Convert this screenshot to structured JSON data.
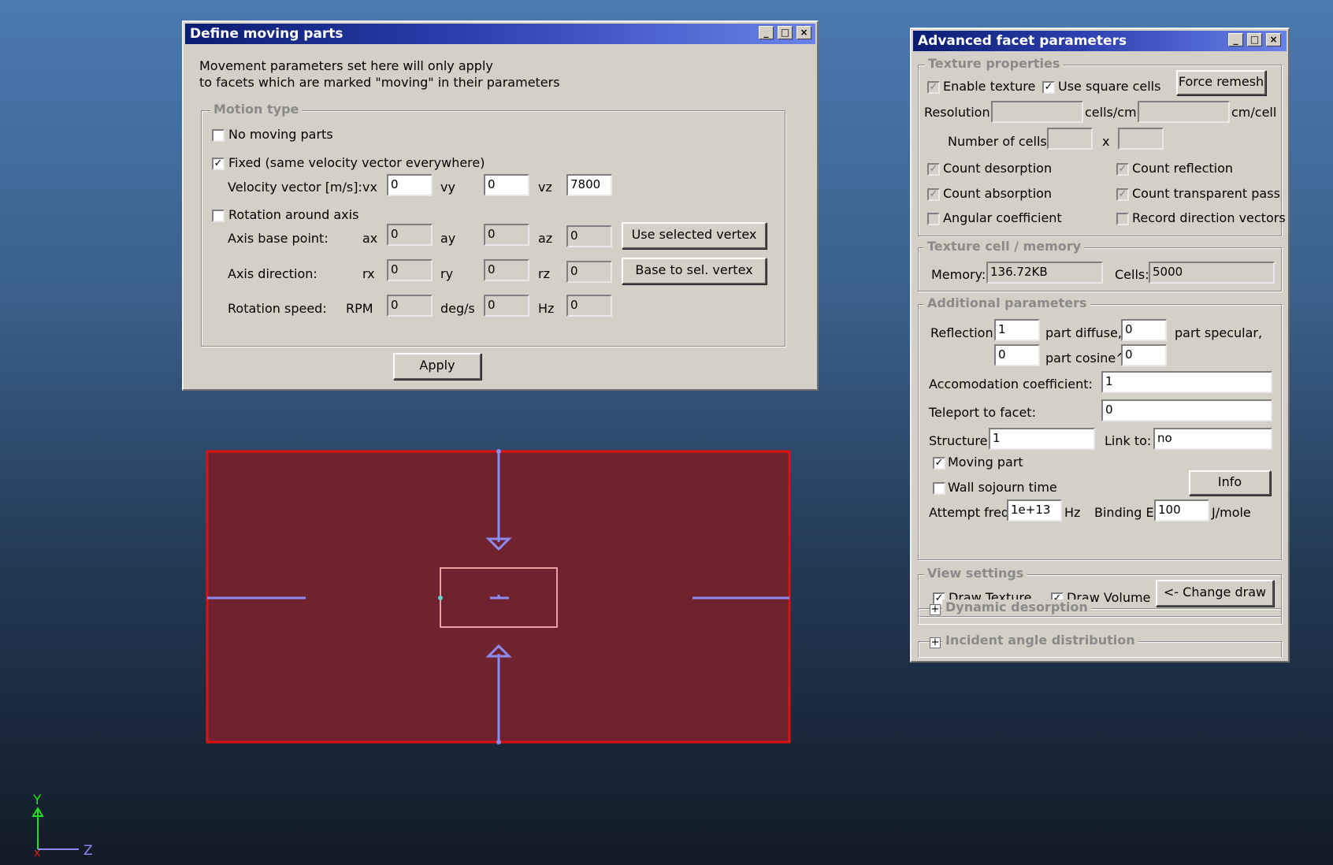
{
  "define_moving_parts": {
    "title": "Define moving parts",
    "desc1": "Movement parameters set here will only apply",
    "desc2": "to facets which are marked \"moving\" in their parameters",
    "motion_type_label": "Motion type",
    "no_moving": "No moving parts",
    "fixed": "Fixed (same velocity vector everywhere)",
    "velocity_label": "Velocity vector [m/s]:",
    "vx_label": "vx",
    "vx": "0",
    "vy_label": "vy",
    "vy": "0",
    "vz_label": "vz",
    "vz": "7800",
    "rotation": "Rotation around axis",
    "axis_base_label": "Axis base point:",
    "ax_label": "ax",
    "ax": "0",
    "ay_label": "ay",
    "ay": "0",
    "az_label": "az",
    "az": "0",
    "use_selected_vertex": "Use selected vertex",
    "axis_dir_label": "Axis direction:",
    "rx_label": "rx",
    "rx": "0",
    "ry_label": "ry",
    "ry": "0",
    "rz_label": "rz",
    "rz": "0",
    "base_to_sel": "Base to sel. vertex",
    "rot_speed_label": "Rotation speed:",
    "rpm_label": "RPM",
    "rpm": "0",
    "degs_label": "deg/s",
    "degs": "0",
    "hz_label": "Hz",
    "hz": "0",
    "apply": "Apply"
  },
  "advanced": {
    "title": "Advanced facet parameters",
    "texture_props": "Texture properties",
    "enable_texture": "Enable texture",
    "use_square_cells": "Use square cells",
    "force_remesh": "Force remesh",
    "resolution": "Resolution:",
    "cells_cm": "cells/cm",
    "cm_cell": "cm/cell",
    "num_cells": "Number of cells:",
    "x": "x",
    "count_desorption": "Count desorption",
    "count_reflection": "Count reflection",
    "count_absorption": "Count absorption",
    "count_transparent": "Count transparent pass",
    "angular_coef": "Angular coefficient",
    "record_dir": "Record direction vectors",
    "texture_cell_memory": "Texture cell / memory",
    "memory_label": "Memory:",
    "memory": "136.72KB",
    "cells_label": "Cells:",
    "cells": "5000",
    "additional": "Additional parameters",
    "reflection_label": "Reflection:",
    "refl_diffuse": "1",
    "part_diffuse": "part diffuse,",
    "refl_specular": "0",
    "part_specular": "part specular,",
    "refl_cosine": "0",
    "part_cosine": "part cosine^",
    "cosine_exp": "0",
    "accom_label": "Accomodation coefficient:",
    "accom": "1",
    "teleport_label": "Teleport to facet:",
    "teleport": "0",
    "structure_label": "Structure:",
    "structure": "1",
    "link_label": "Link to:",
    "link": "no",
    "moving_part": "Moving part",
    "wall_sojourn": "Wall sojourn time",
    "info": "Info",
    "attempt_label": "Attempt freq:",
    "attempt": "1e+13",
    "hz": "Hz",
    "binding_label": "Binding E:",
    "binding": "100",
    "jmole": "J/mole",
    "view_settings": "View settings",
    "draw_texture": "Draw Texture",
    "draw_volume": "Draw Volume",
    "change_draw": "<- Change draw",
    "dynamic_desorption": "Dynamic desorption",
    "incident_angle": "Incident angle distribution"
  },
  "axes": {
    "y": "Y",
    "z": "Z"
  },
  "colors": {
    "facet_fill": "#70222e",
    "facet_border": "#e01010",
    "arrow": "#8c8cf0"
  }
}
